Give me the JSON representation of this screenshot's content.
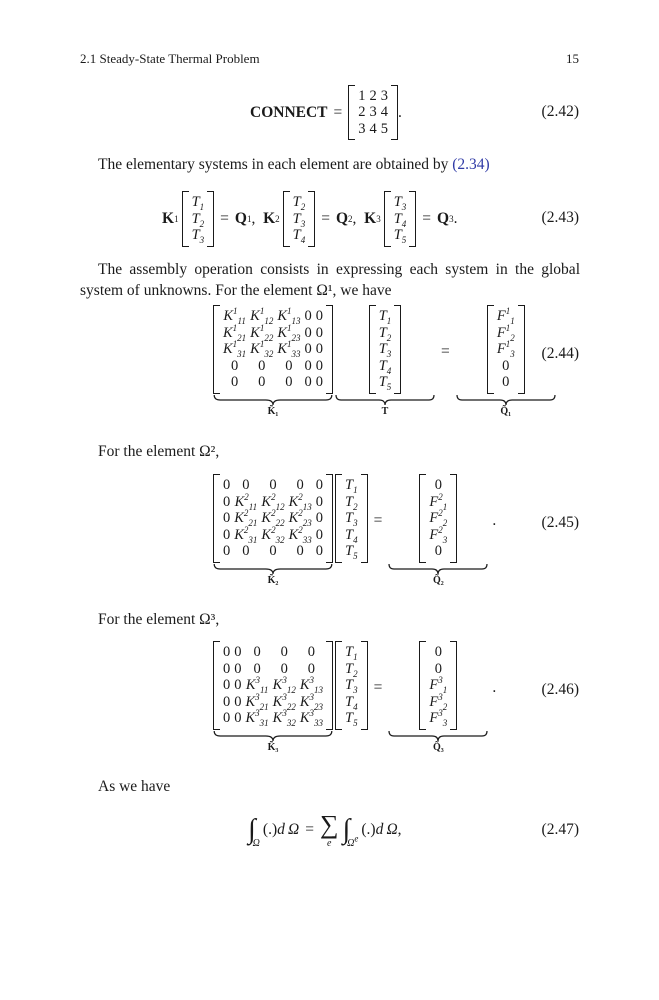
{
  "running_head": {
    "section": "2.1  Steady-State Thermal Problem",
    "page_number": "15"
  },
  "eq_2_42": {
    "lhs": "CONNECT",
    "rows": [
      [
        "1",
        "2",
        "3"
      ],
      [
        "2",
        "3",
        "4"
      ],
      [
        "3",
        "4",
        "5"
      ]
    ],
    "number": "(2.42)"
  },
  "para_1": {
    "text_before": "The elementary systems in each element are obtained by ",
    "ref": "(2.34)"
  },
  "eq_2_43": {
    "number": "(2.43)"
  },
  "para_2": {
    "text": "The assembly operation consists in expressing each system in the global system of unknowns. For the element Ω¹, we have"
  },
  "eq_2_44": {
    "number": "(2.44)",
    "labels": {
      "K": "K̃₁",
      "T": "T",
      "Q": "Q̃₁"
    }
  },
  "para_3": {
    "text": "For the element Ω²,"
  },
  "eq_2_45": {
    "number": "(2.45)",
    "labels": {
      "K": "K̃₂",
      "Q": "Q̃₂"
    }
  },
  "para_4": {
    "text": "For the element Ω³,"
  },
  "eq_2_46": {
    "number": "(2.46)",
    "labels": {
      "K": "K̃₃",
      "Q": "Q̃₃"
    }
  },
  "para_5": {
    "text": "As we have"
  },
  "eq_2_47": {
    "number": "(2.47)"
  }
}
